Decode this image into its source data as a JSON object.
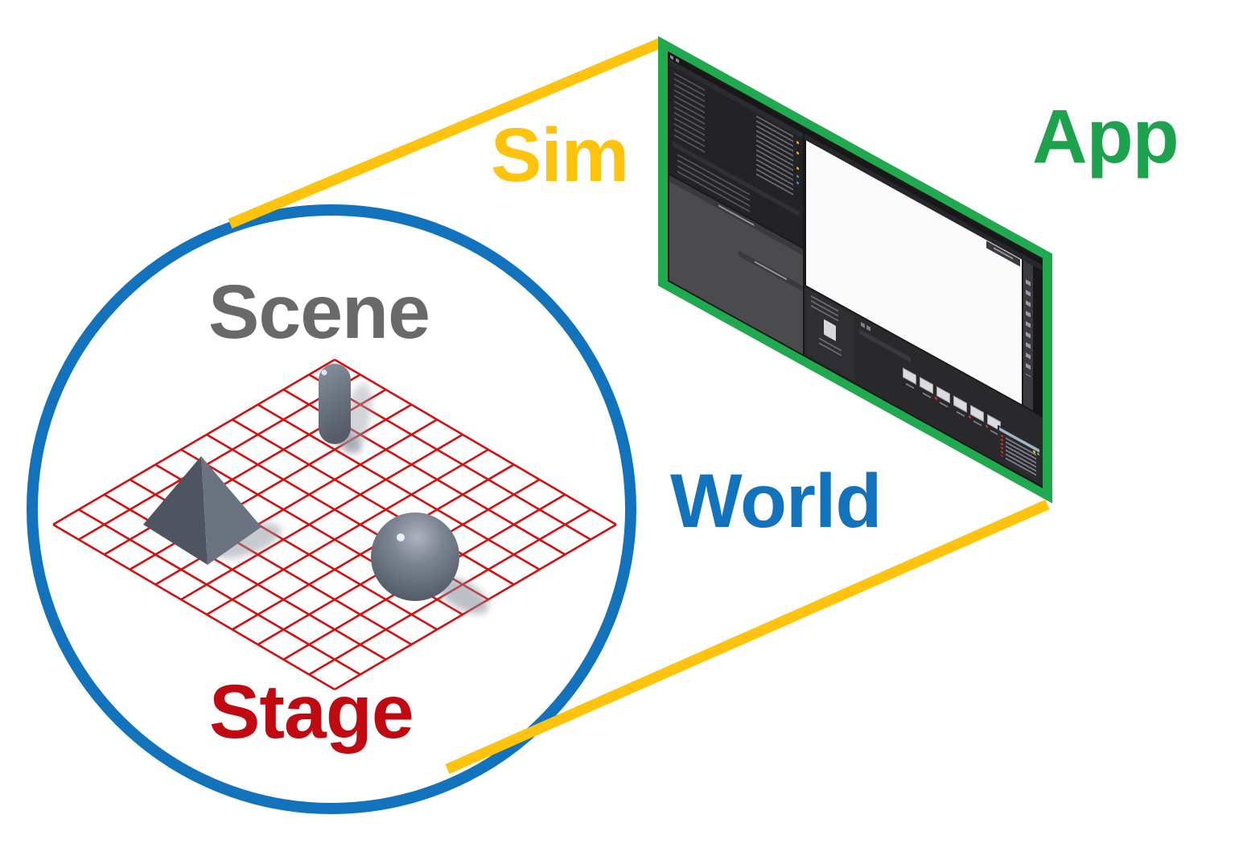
{
  "canvas": {
    "background": "#FFFFFF"
  },
  "labels": {
    "sim": {
      "text": "Sim",
      "color": "#FFC20D"
    },
    "app": {
      "text": "App",
      "color": "#1FA24D"
    },
    "world": {
      "text": "World",
      "color": "#1272BB"
    },
    "scene": {
      "text": "Scene",
      "color": "#696969"
    },
    "stage": {
      "text": "Stage",
      "color": "#BF0A12"
    }
  },
  "diagram": {
    "world_circle_color": "#1272BB",
    "connector_color": "#FFC20D",
    "app_frame_color": "#21A94F",
    "stage_grid_color": "#D40F0F",
    "shape_base_gray": "#6A7280",
    "shape_dark_gray": "#4E5460",
    "shape_light_gray": "#AEB4BE"
  },
  "app_window": {
    "panels": [
      "stage-tree-panel",
      "properties-panel",
      "viewport",
      "viewport-toolbar",
      "content-browser",
      "console-panel"
    ]
  }
}
